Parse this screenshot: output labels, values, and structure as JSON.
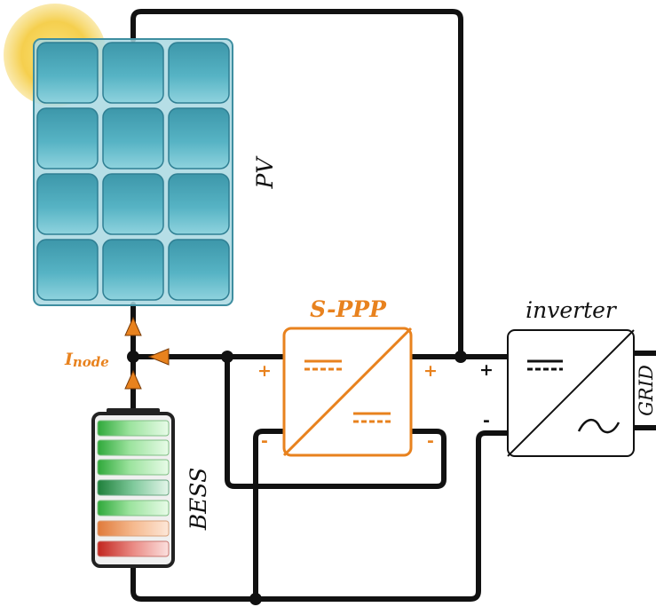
{
  "labels": {
    "pv": "PV",
    "bess": "BESS",
    "sppp": "S-PPP",
    "inverter": "inverter",
    "grid": "GRID",
    "inode_main": "I",
    "inode_sub": "node",
    "plus": "+",
    "minus": "-"
  },
  "colors": {
    "accent": "#e8821e",
    "wire": "#111111",
    "pv_cell": "#4aa7b8",
    "pv_frame": "#9fd0da",
    "sun": "#f5cf4e",
    "battery_green": "#3fbf4a",
    "battery_orange": "#e89b5a",
    "battery_red": "#d8443c"
  },
  "icons": {
    "sun": "sun-icon",
    "pv_panel": "solar-panel-icon",
    "battery": "battery-icon",
    "dc_dc": "dc-dc-converter-icon",
    "dc_ac": "dc-ac-inverter-icon"
  }
}
